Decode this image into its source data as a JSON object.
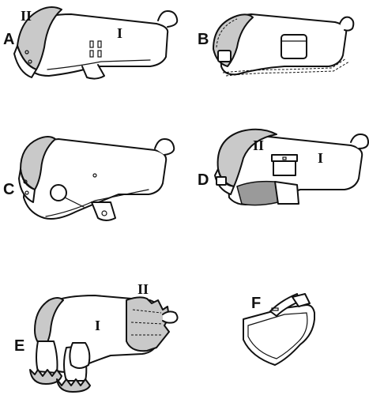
{
  "figures": [
    {
      "letter": "A",
      "pieces": [
        "II",
        "I"
      ]
    },
    {
      "letter": "B",
      "pieces": []
    },
    {
      "letter": "C",
      "pieces": []
    },
    {
      "letter": "D",
      "pieces": [
        "II",
        "I"
      ]
    },
    {
      "letter": "E",
      "pieces": [
        "II",
        "I"
      ]
    },
    {
      "letter": "F",
      "pieces": []
    }
  ]
}
